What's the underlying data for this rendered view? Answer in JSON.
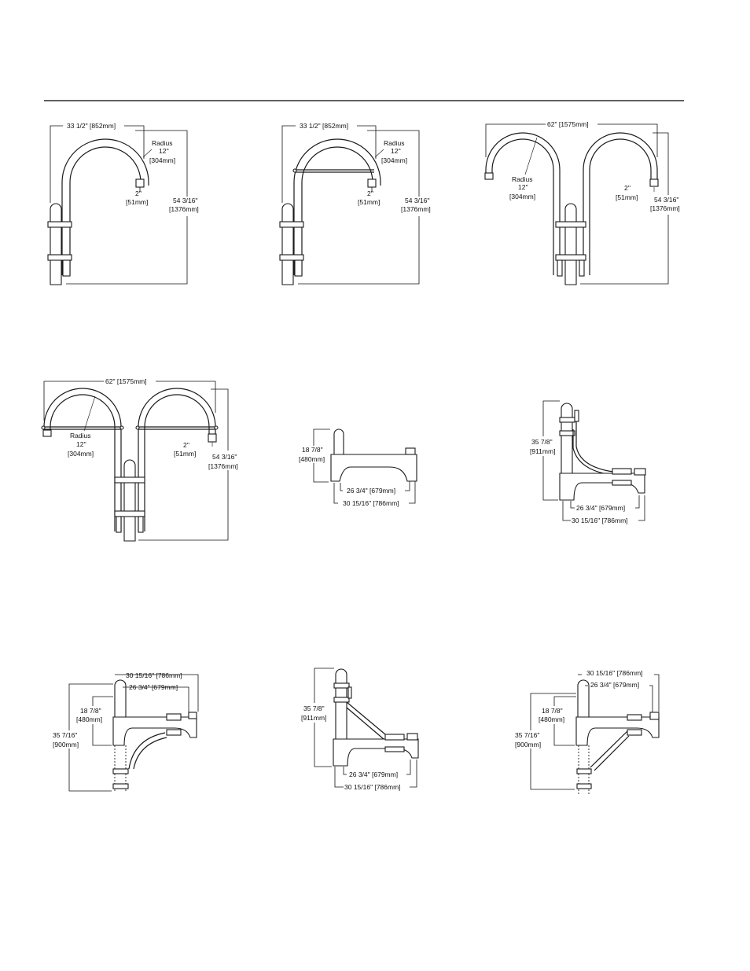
{
  "labels": {
    "d1_width": "33 1/2\" [852mm]",
    "d2_width": "33 1/2\" [852mm]",
    "d3_width": "62\" [1575mm]",
    "d4_width": "62\" [1575mm]",
    "radius_word": "Radius",
    "radius_in": "12''",
    "radius_mm": "[304mm]",
    "drop_in": "2''",
    "drop_mm": "[51mm]",
    "height_in": "54 3/16''",
    "height_mm": "[1376mm]",
    "h_18_in": "18 7/8\"",
    "h_18_mm": "[480mm]",
    "h_35_78_in": "35 7/8\"",
    "h_35_78_mm": "[911mm]",
    "h_35_716_in": "35 7/16\"",
    "h_35_716_mm": "[900mm]",
    "w_26": "26 3/4\" [679mm]",
    "w_30": "30 15/16\" [786mm]"
  }
}
